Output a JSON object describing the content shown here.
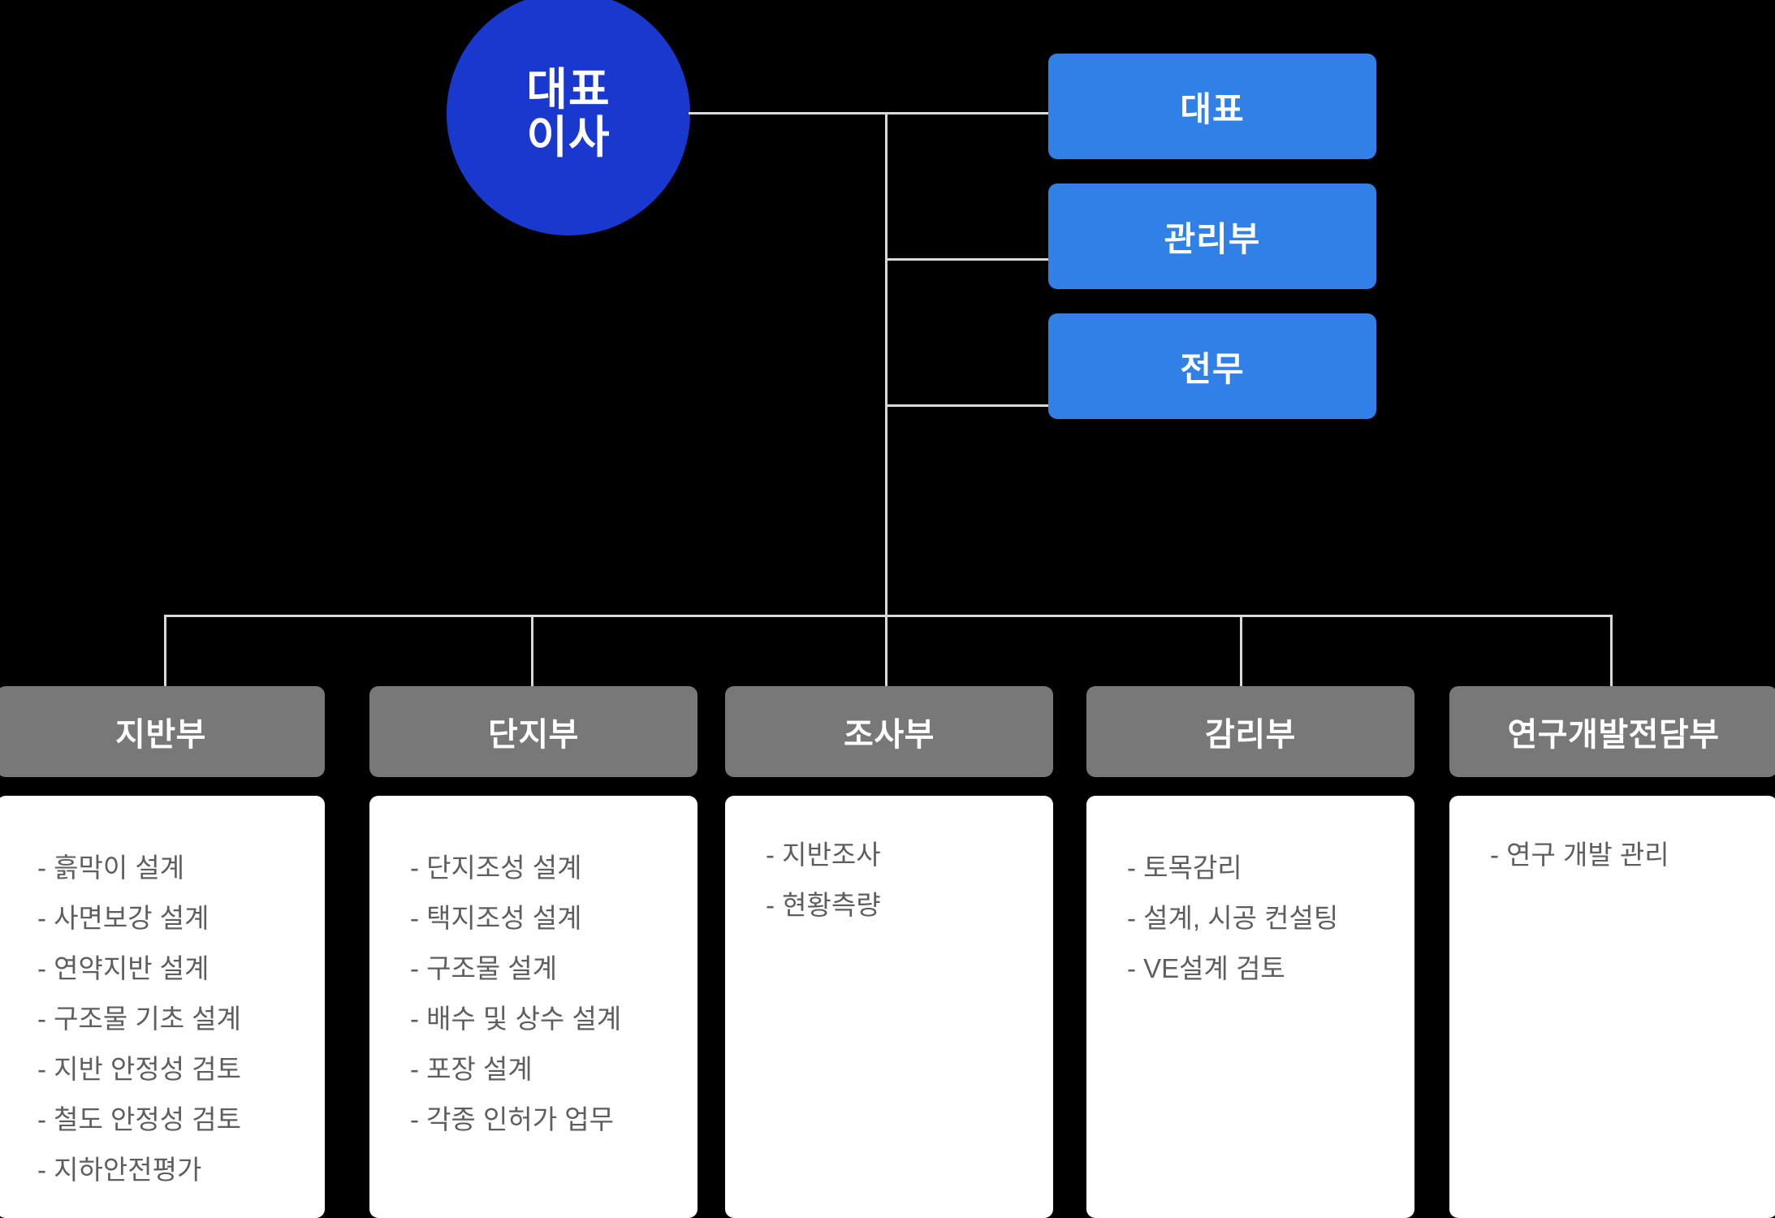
{
  "colors": {
    "background": "#000000",
    "circle_fill": "#1939CE",
    "exec_box_fill": "#3080E8",
    "dept_header_fill": "#787878",
    "card_fill": "#FFFFFF",
    "line": "#D9D9D9",
    "list_text": "#5E5E5E"
  },
  "root": {
    "label_line1": "대표",
    "label_line2": "이사"
  },
  "executives": [
    {
      "label": "대표"
    },
    {
      "label": "관리부"
    },
    {
      "label": "전무"
    }
  ],
  "departments": [
    {
      "name": "지반부",
      "items": [
        "- 흙막이 설계",
        "- 사면보강 설계",
        "- 연약지반 설계",
        "- 구조물 기초 설계",
        "- 지반 안정성 검토",
        "- 철도 안정성 검토",
        "- 지하안전평가"
      ]
    },
    {
      "name": "단지부",
      "items": [
        "- 단지조성 설계",
        "- 택지조성 설계",
        "- 구조물 설계",
        "- 배수 및 상수 설계",
        "- 포장 설계",
        "- 각종 인허가 업무"
      ]
    },
    {
      "name": "조사부",
      "items": [
        "- 지반조사",
        "- 현황측량"
      ]
    },
    {
      "name": "감리부",
      "items": [
        "- 토목감리",
        "- 설계, 시공 컨설팅",
        "- VE설계 검토"
      ]
    },
    {
      "name": "연구개발전담부",
      "items": [
        "- 연구 개발 관리"
      ]
    }
  ]
}
